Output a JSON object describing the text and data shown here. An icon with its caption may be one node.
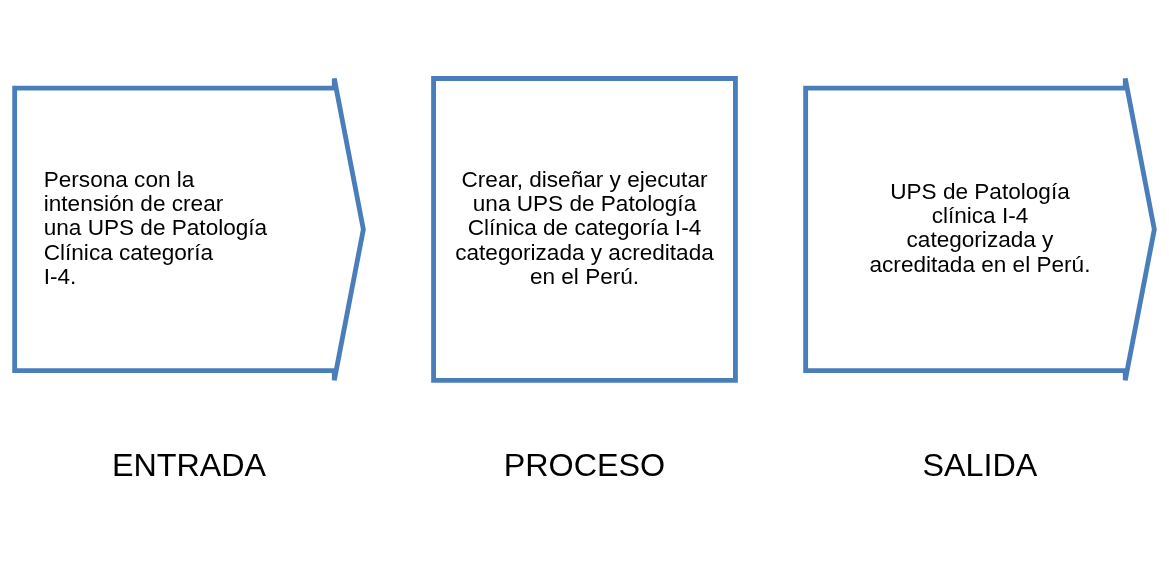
{
  "diagram": {
    "nodes": [
      {
        "text": [
          "Persona con la intensión de crear una UPS de Patología Clínica categoría I-4."
        ],
        "beside": [
          "ENTRADA"
        ]
      },
      {
        "text": [
          "Crear, diseñar y ejecutar una UPS de Patología Clínica de categoría I-4 categorizada y acreditada en el Perú."
        ],
        "beside": [
          "PROCESO"
        ]
      },
      {
        "text": [
          "UPS de Patología clínica I-4 categorizada y acreditada en el Perú."
        ],
        "beside": [
          "SALIDA"
        ]
      }
    ],
    "edges": []
  }
}
